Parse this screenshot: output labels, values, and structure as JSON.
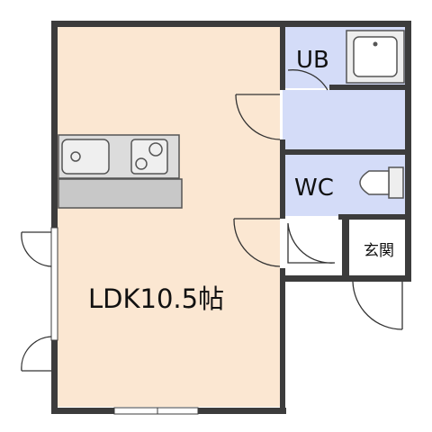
{
  "rooms": {
    "ldk": {
      "label": "LDK10.5帖",
      "fill": "#fbe7d2"
    },
    "ub": {
      "label": "UB",
      "fill": "#d4dcf8"
    },
    "wc": {
      "label": "WC",
      "fill": "#d4dcf8"
    },
    "genkan": {
      "label": "玄関",
      "fill": "#ffffff"
    },
    "corridor": {
      "fill": "#d4dcf8"
    }
  },
  "colors": {
    "wall": "#3c3c3c",
    "counter": "#c8c8c8",
    "fixture": "#dcdcdc",
    "door_line": "#333333"
  }
}
